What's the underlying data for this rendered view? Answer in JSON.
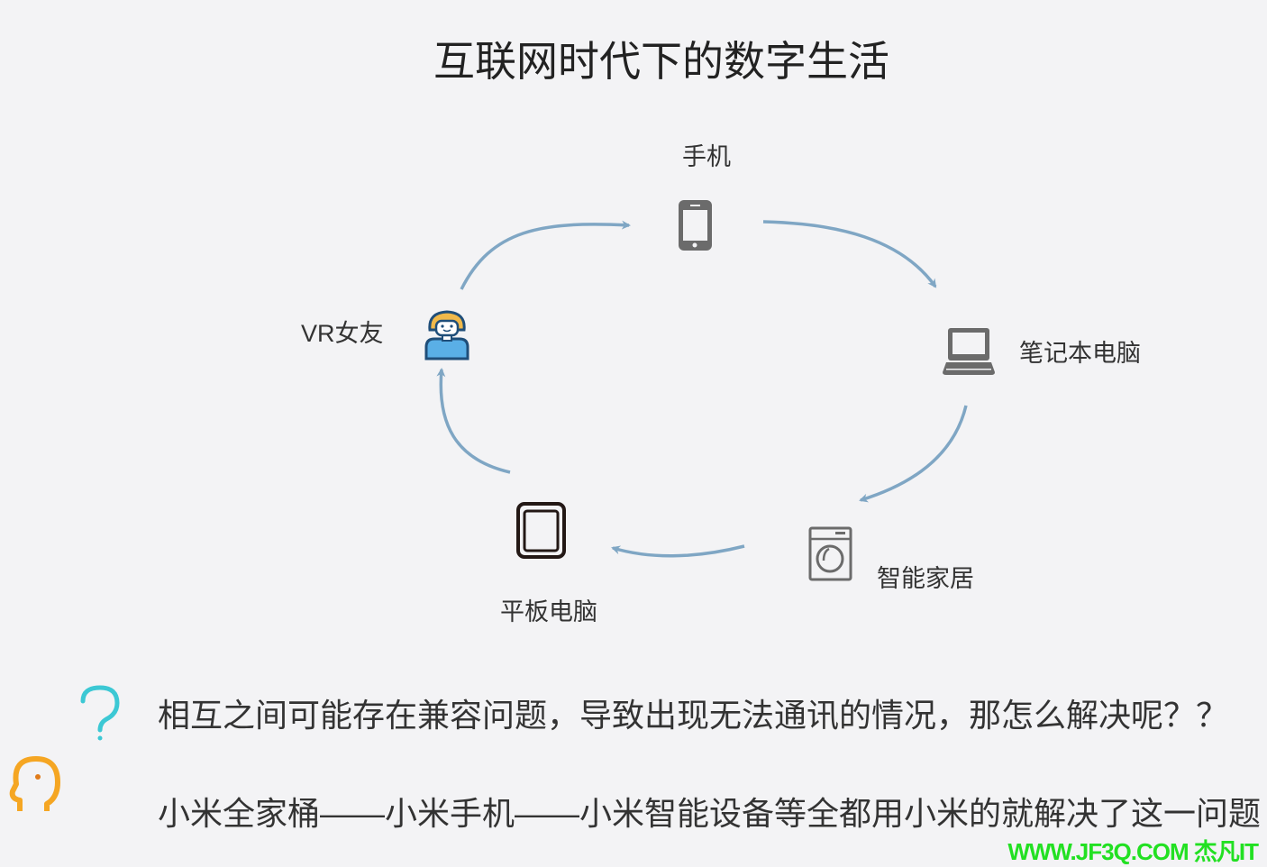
{
  "title": "互联网时代下的数字生活",
  "nodes": {
    "phone": "手机",
    "laptop": "笔记本电脑",
    "smart_home": "智能家居",
    "tablet": "平板电脑",
    "vr": "VR女友"
  },
  "question": "相互之间可能存在兼容问题，导致出现无法通讯的情况，那怎么解决呢？？",
  "answer": "小米全家桶——小米手机——小米智能设备等全都用小米的就解决了这一问题",
  "watermark": "WWW.JF3Q.COM 杰凡IT",
  "colors": {
    "arrow": "#7fa6c4",
    "question_icon": "#3cc8d4",
    "idea_icon": "#f5a623"
  }
}
